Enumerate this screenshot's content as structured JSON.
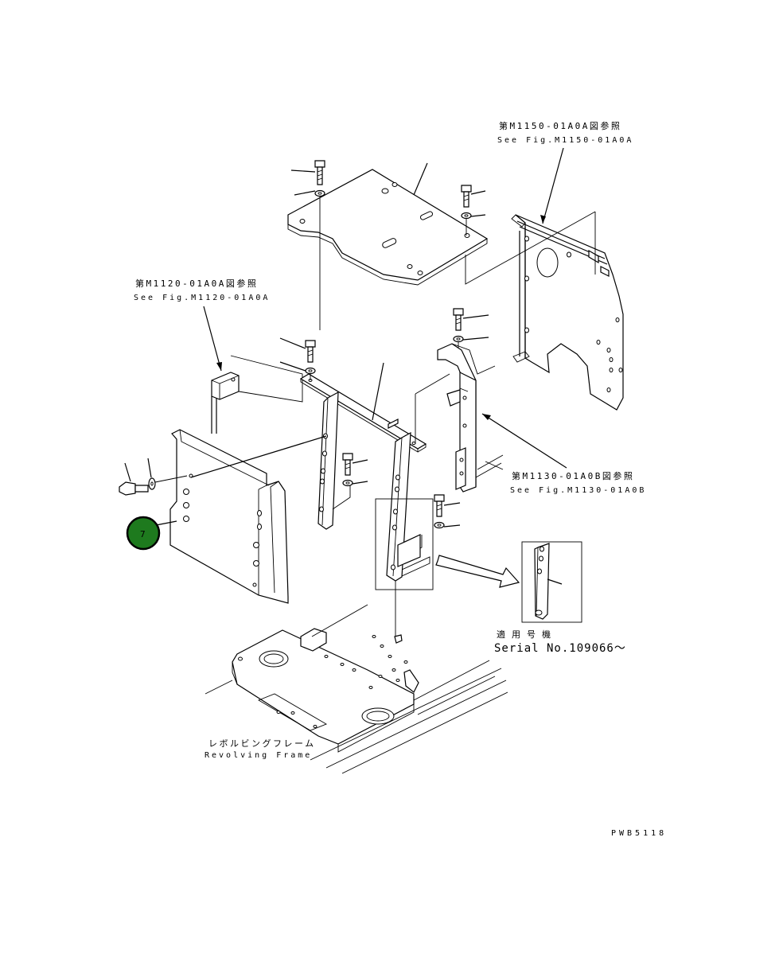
{
  "diagram": {
    "refs": [
      {
        "jp": "第M1150-01A0A図参照",
        "en": "See Fig.M1150-01A0A"
      },
      {
        "jp": "第M1120-01A0A図参照",
        "en": "See Fig.M1120-01A0A"
      },
      {
        "jp": "第M1130-01A0B図参照",
        "en": "See Fig.M1130-01A0B"
      }
    ],
    "applicable": {
      "jp": "適用号機",
      "en": "Serial No.109066〜"
    },
    "frame": {
      "jp": "レボルビングフレーム",
      "en": "Revolving Frame"
    },
    "callout": {
      "number": "7",
      "color": "#1e7a1e"
    },
    "drawing_code": "PWB5118"
  }
}
